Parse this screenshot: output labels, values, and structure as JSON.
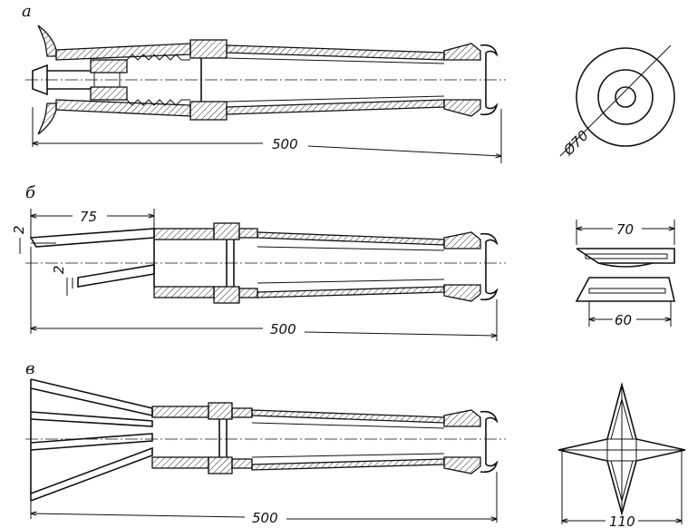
{
  "figures": [
    {
      "label": "а",
      "length_dim": "500",
      "end_view_dim": "Ø70"
    },
    {
      "label": "б",
      "length_dim": "500",
      "tip_length_dim": "75",
      "slot_dim_upper": "2",
      "slot_dim_lower": "2",
      "end_view_top_dim": "70",
      "end_view_bottom_dim": "60"
    },
    {
      "label": "в",
      "length_dim": "500",
      "end_view_dim": "110"
    }
  ],
  "colors": {
    "ink": "#111111",
    "paper": "#ffffff"
  }
}
